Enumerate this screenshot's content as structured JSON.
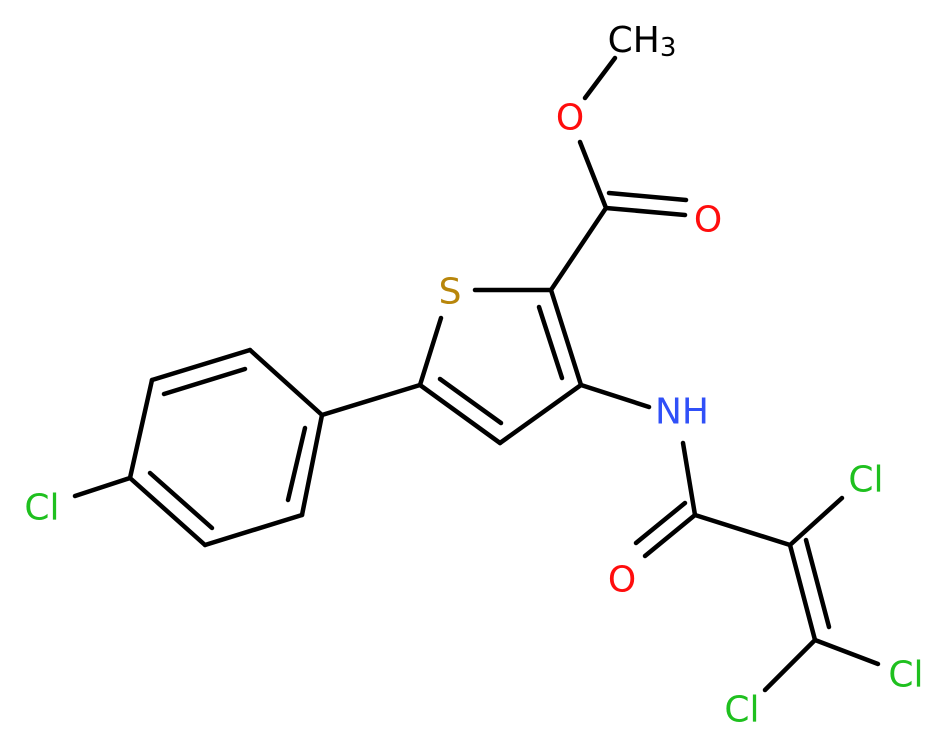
{
  "colors": {
    "bond": "#000000",
    "O": "#ff0d0d",
    "N": "#3050f8",
    "S": "#b8860b",
    "Cl": "#1fc01f"
  },
  "atoms": {
    "methyl": "CH",
    "methyl_sub": "3",
    "ester_o": "O",
    "carbonyl_o": "O",
    "sulfur": "S",
    "amine": "NH",
    "amide_o": "O",
    "cl_phenyl": "Cl",
    "cl_vinyl_1": "Cl",
    "cl_vinyl_2": "Cl",
    "cl_vinyl_3": "Cl"
  }
}
